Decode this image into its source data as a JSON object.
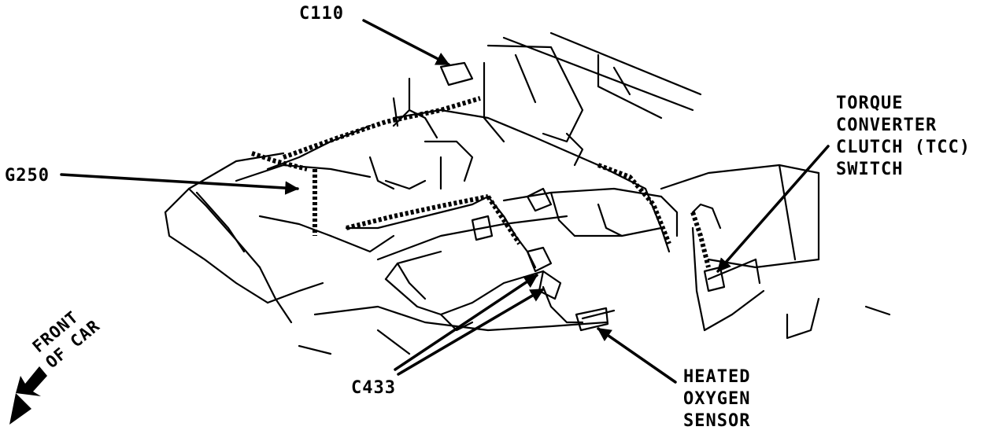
{
  "labels": {
    "c110": "C110",
    "g250": "G250",
    "c433": "C433",
    "tcc": [
      "TORQUE",
      "CONVERTER",
      "CLUTCH (TCC)",
      "SWITCH"
    ],
    "oxygen": [
      "HEATED",
      "OXYGEN",
      "SENSOR"
    ],
    "front": [
      "FRONT",
      "OF CAR"
    ]
  },
  "colors": {
    "ink": "#000000",
    "paper": "#ffffff"
  }
}
